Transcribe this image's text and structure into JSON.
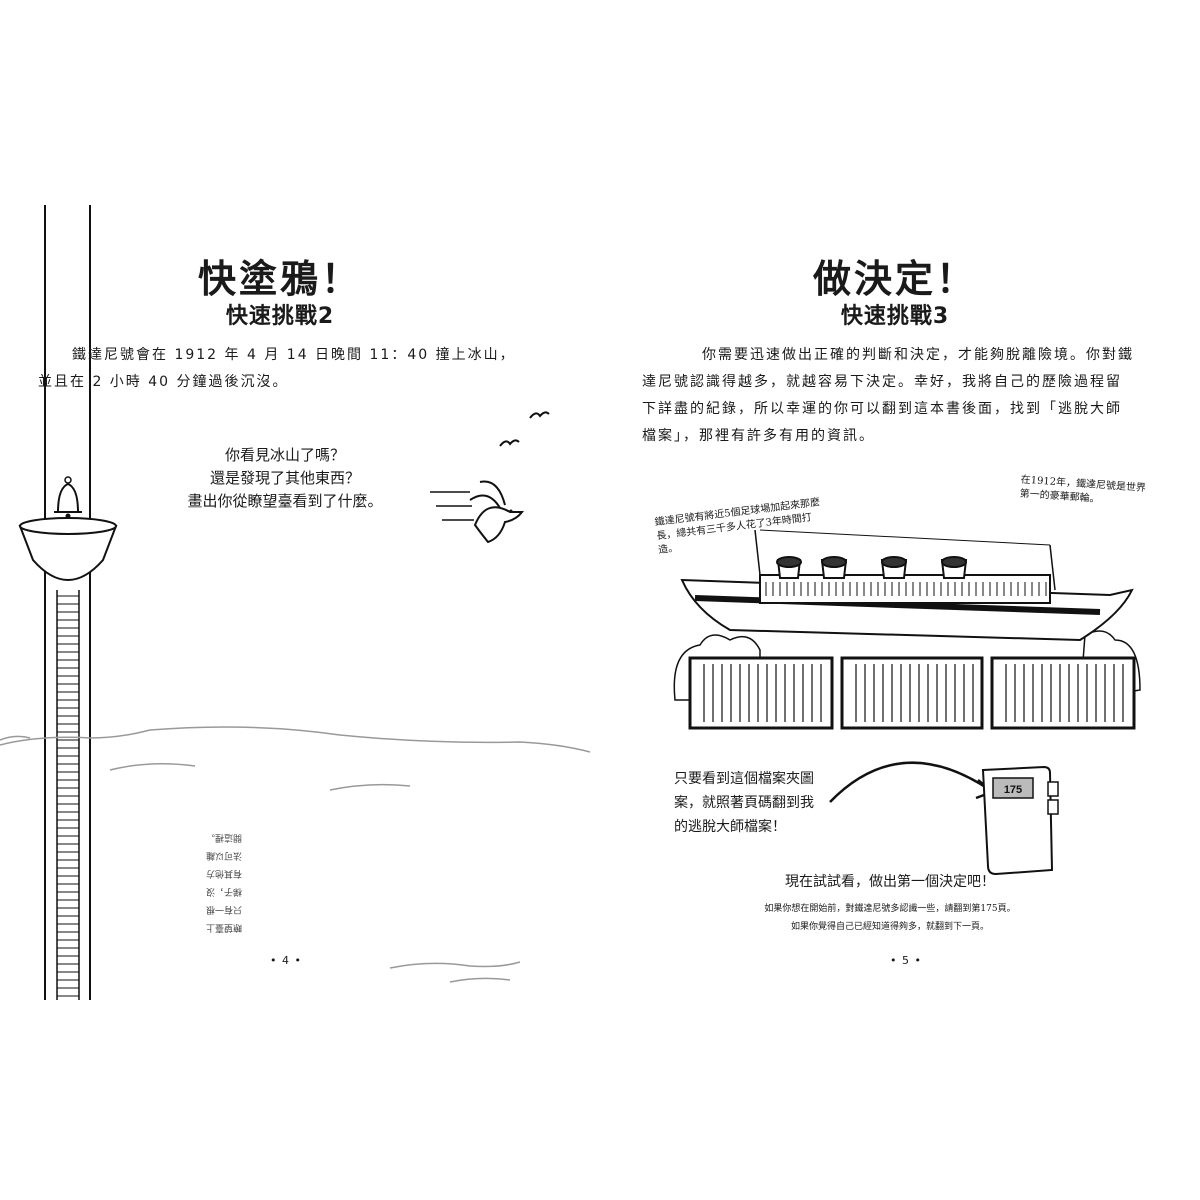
{
  "left_page": {
    "title": "快塗鴉！",
    "subtitle": "快速挑戰2",
    "paragraph": "鐵達尼號會在 1912 年 4 月 14 日晚間 11：40 撞上冰山，並且在 2 小時 40 分鐘過後沉沒。",
    "prompt_lines": [
      "你看見冰山了嗎？",
      "還是發現了其他東西？",
      "畫出你從瞭望臺看到了什麼。"
    ],
    "mirrored_text": "瞭望臺上\n只有一根\n梯子，沒\n有其他方\n法可以離\n開這裡。",
    "page_number": "• 4 •"
  },
  "right_page": {
    "title": "做決定！",
    "subtitle": "快速挑戰3",
    "paragraph": "你需要迅速做出正確的判斷和決定，才能夠脫離險境。你對鐵達尼號認識得越多，就越容易下決定。幸好，我將自己的歷險過程留下詳盡的紀錄，所以幸運的你可以翻到這本書後面，找到「逃脫大師檔案」，那裡有許多有用的資訊。",
    "note_left": "鐵達尼號有將近5個足球場加起來那麼長，總共有三千多人花了3年時間打造。",
    "note_right": "在1912年，鐵達尼號是世界第一的豪華郵輪。",
    "file_hint_lines": [
      "只要看到這個檔案夾圖",
      "案，就照著頁碼翻到我",
      "的逃脫大師檔案！"
    ],
    "file_number": "175",
    "cta": "現在試試看，做出第一個決定吧！",
    "option_1": "如果你想在開始前，對鐵達尼號多認識一些，請翻到第175頁。",
    "option_2": "如果你覺得自己已經知道得夠多，就翻到下一頁。",
    "page_number": "• 5 •"
  }
}
